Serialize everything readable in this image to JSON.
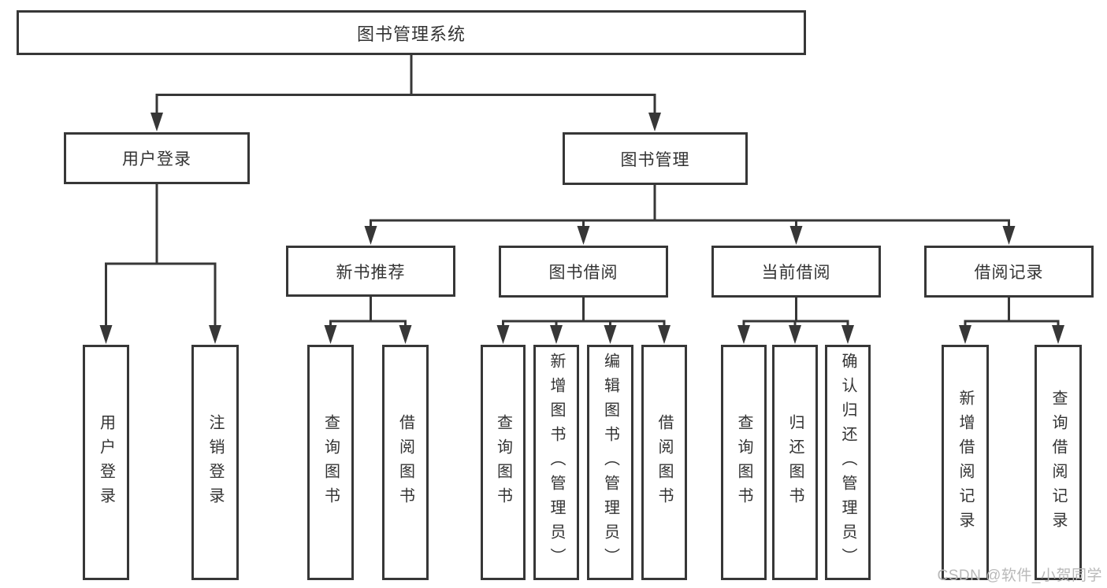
{
  "diagram": {
    "label": "图书管理系统",
    "children": [
      {
        "label": "用户登录",
        "children": [
          {
            "label": "用户登录"
          },
          {
            "label": "注销登录"
          }
        ]
      },
      {
        "label": "图书管理",
        "children": [
          {
            "label": "新书推荐",
            "children": [
              {
                "label": "查询图书"
              },
              {
                "label": "借阅图书"
              }
            ]
          },
          {
            "label": "图书借阅",
            "children": [
              {
                "label": "查询图书"
              },
              {
                "label": "新增图书（管理员）"
              },
              {
                "label": "编辑图书（管理员）"
              },
              {
                "label": "借阅图书"
              }
            ]
          },
          {
            "label": "当前借阅",
            "children": [
              {
                "label": "查询图书"
              },
              {
                "label": "归还图书"
              },
              {
                "label": "确认归还（管理员）"
              }
            ]
          },
          {
            "label": "借阅记录",
            "children": [
              {
                "label": "新增借阅记录"
              },
              {
                "label": "查询借阅记录"
              }
            ]
          }
        ]
      }
    ]
  },
  "watermark": {
    "text": "CSDN @软件_小贺同学"
  },
  "colors": {
    "line": "#373737",
    "text": "#333333",
    "background": "#ffffff",
    "watermark": "#b9b9b9"
  }
}
